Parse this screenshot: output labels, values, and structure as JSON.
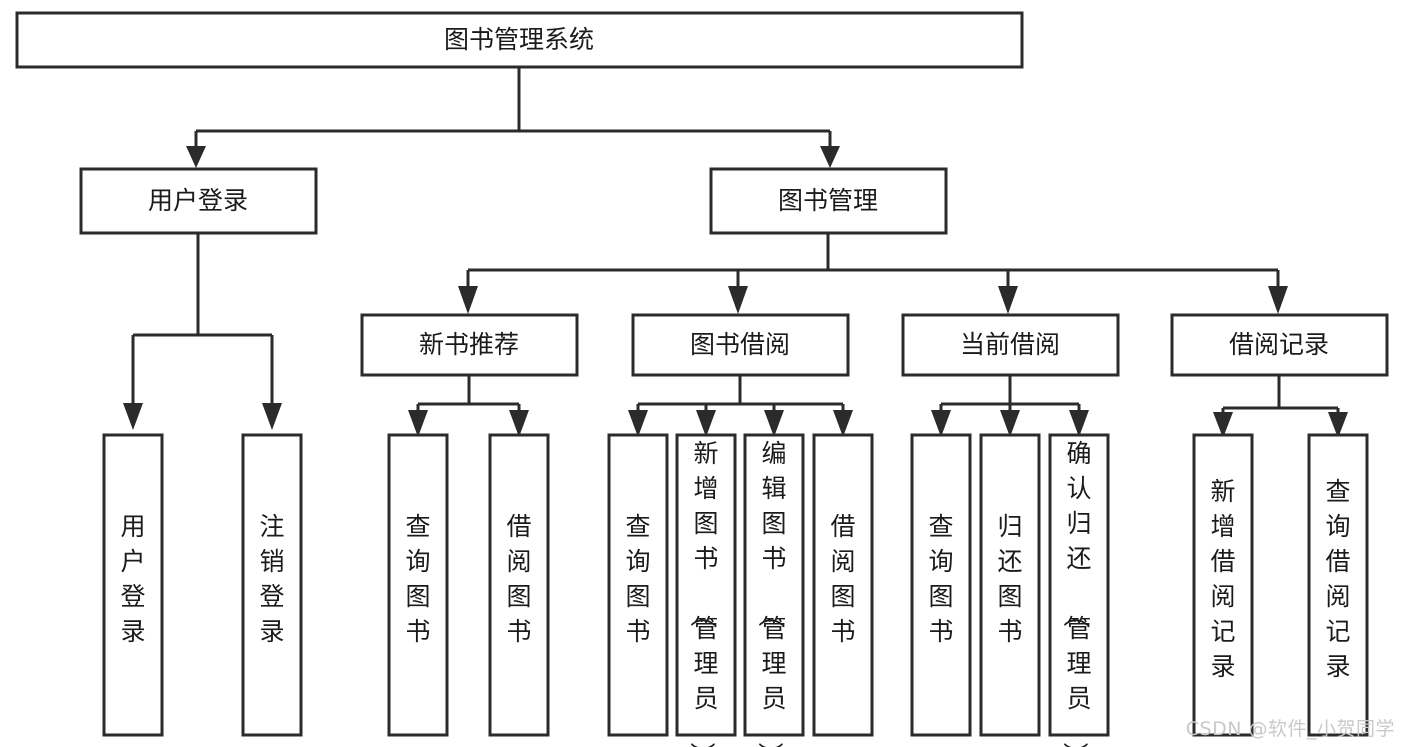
{
  "diagram": {
    "title": "图书管理系统",
    "type": "tree-hierarchy-diagram",
    "colors": {
      "stroke": "#2b2b2b",
      "box_fill": "#ffffff",
      "text": "#1b1b1b",
      "background": "#ffffff",
      "watermark": "#c9c9c9"
    },
    "root": {
      "label": "图书管理系统"
    },
    "level2": [
      {
        "label": "用户登录"
      },
      {
        "label": "图书管理"
      }
    ],
    "level3": [
      {
        "label": "新书推荐"
      },
      {
        "label": "图书借阅"
      },
      {
        "label": "当前借阅"
      },
      {
        "label": "借阅记录"
      }
    ],
    "leaves": {
      "user_login": [
        {
          "label": "用户登录"
        },
        {
          "label": "注销登录"
        }
      ],
      "new_book_recommend": [
        {
          "label": "查询图书"
        },
        {
          "label": "借阅图书"
        }
      ],
      "book_borrow": [
        {
          "label": "查询图书"
        },
        {
          "label": "新增图书（管理员）"
        },
        {
          "label": "编辑图书（管理员）"
        },
        {
          "label": "借阅图书"
        }
      ],
      "current_borrow": [
        {
          "label": "查询图书"
        },
        {
          "label": "归还图书"
        },
        {
          "label": "确认归还（管理员）"
        }
      ],
      "borrow_record": [
        {
          "label": "新增借阅记录"
        },
        {
          "label": "查询借阅记录"
        }
      ]
    }
  },
  "watermark": {
    "text": "CSDN @软件_小贺同学"
  }
}
